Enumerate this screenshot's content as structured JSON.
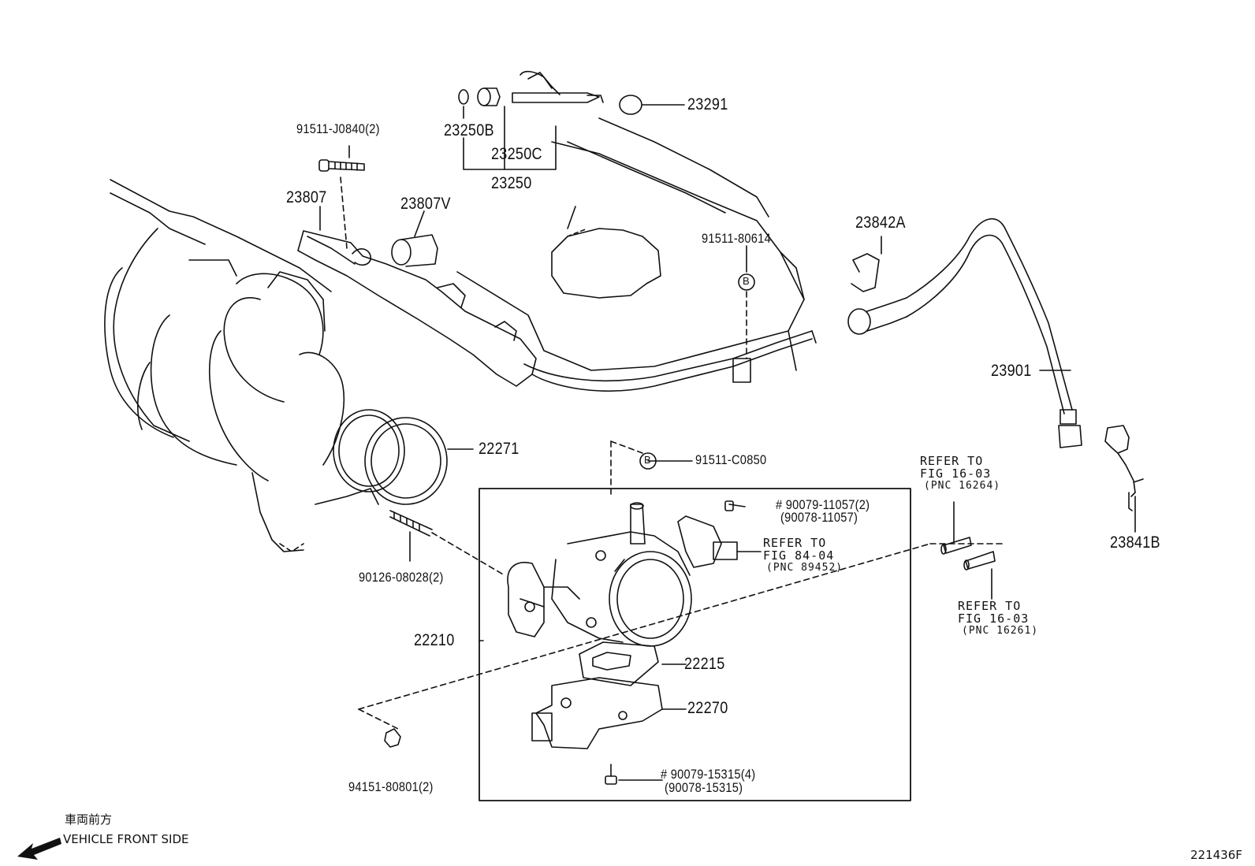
{
  "diagram": {
    "figure_code": "221436F",
    "direction_jp": "車両前方",
    "direction_en": "VEHICLE FRONT SIDE",
    "parts": {
      "p23250B": "23250B",
      "p23250C": "23250C",
      "p23250": "23250",
      "p23291": "23291",
      "p91511_J0840": "91511-J0840(2)",
      "p23807": "23807",
      "p23807V": "23807V",
      "p91511_80614": "91511-80614",
      "p23842A": "23842A",
      "p23901": "23901",
      "p22271": "22271",
      "p91511_C0850": "91511-C0850",
      "p90079_11057": "# 90079-11057(2)",
      "p90078_11057": "(90078-11057)",
      "p90126_08028": "90126-08028(2)",
      "p22210": "22210",
      "p22215": "22215",
      "p22270": "22270",
      "p90079_15315": "# 90079-15315(4)",
      "p90078_15315": "(90078-15315)",
      "p94151_80801": "94151-80801(2)",
      "p23841B": "23841B"
    },
    "markers": {
      "b": "B"
    },
    "refs": {
      "r1_l1": "REFER TO",
      "r1_l2": "FIG 16-03",
      "r1_l3": "(PNC 16264)",
      "r2_l1": "REFER TO",
      "r2_l2": "FIG 84-04",
      "r2_l3": "(PNC 89452)",
      "r3_l1": "REFER TO",
      "r3_l2": "FIG 16-03",
      "r3_l3": "(PNC 16261)"
    }
  }
}
